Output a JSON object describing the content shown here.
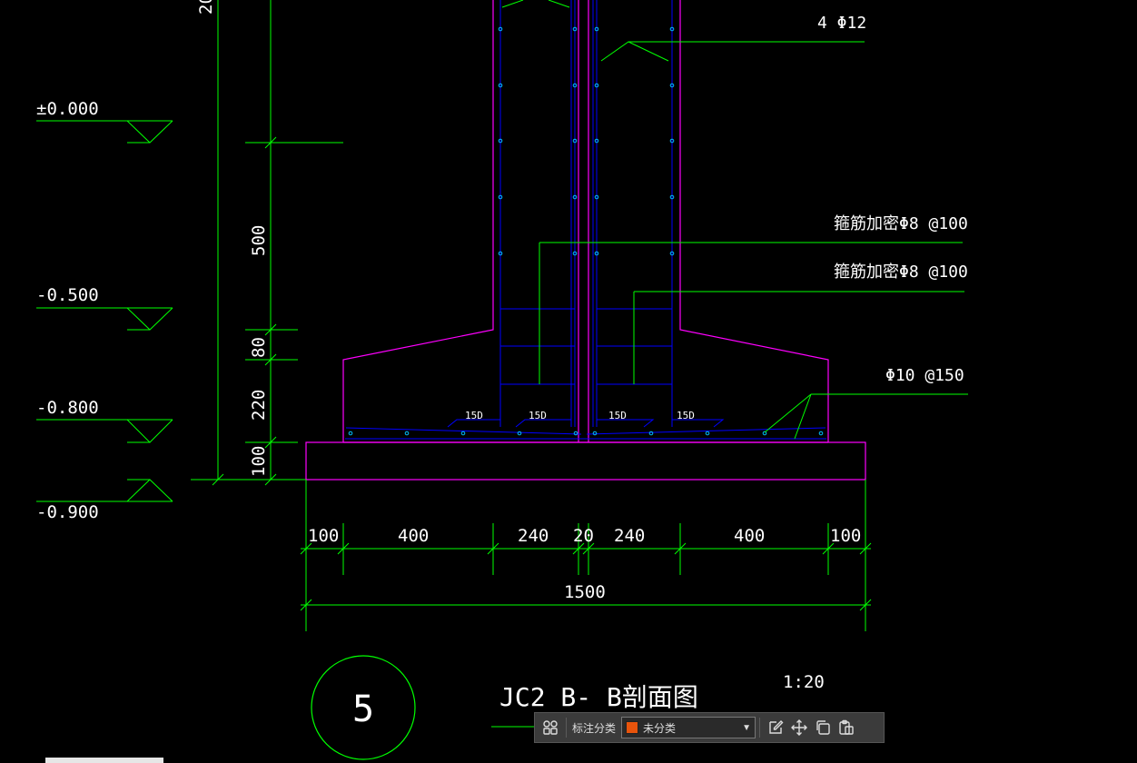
{
  "colors": {
    "background": "#000000",
    "dimension": "#00ff00",
    "concrete_outline": "#ff00ff",
    "rebar": "#0000ff",
    "label": "#ffffff",
    "category_swatch": "#e8540c"
  },
  "elevations": [
    {
      "label": "±0.000"
    },
    {
      "label": "-0.500"
    },
    {
      "label": "-0.800"
    },
    {
      "label": "-0.900"
    }
  ],
  "vertical_dims": {
    "top_partial": "20",
    "d500": "500",
    "d80": "80",
    "d220": "220",
    "d100": "100"
  },
  "horizontal_dims": {
    "segments": [
      "100",
      "400",
      "240",
      "20",
      "240",
      "400",
      "100"
    ],
    "total": "1500"
  },
  "rebar_labels": {
    "top_bars": "4 Φ12",
    "stirrup_dense_1": "箍筋加密Φ8 @100",
    "stirrup_dense_2": "箍筋加密Φ8 @100",
    "bottom_mesh": "Φ10 @150",
    "anchor": [
      "15D",
      "15D",
      "15D",
      "15D"
    ]
  },
  "title": {
    "detail_number": "5",
    "name": "JC2  B- B剖面图",
    "scale": "1:20"
  },
  "toolbar": {
    "label": "标注分类",
    "select_value": "未分类"
  }
}
